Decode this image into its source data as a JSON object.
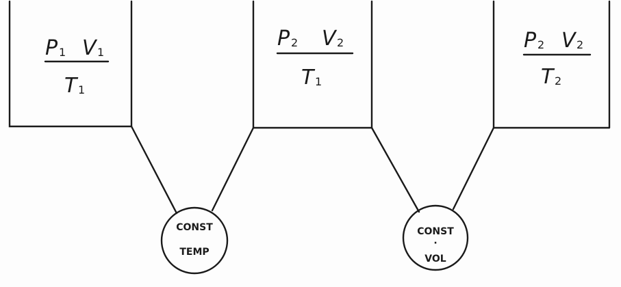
{
  "states": [
    {
      "p": "P",
      "p_sub": "1",
      "v": "V",
      "v_sub": "1",
      "t": "T",
      "t_sub": "1"
    },
    {
      "p": "P",
      "p_sub": "2",
      "v": "V",
      "v_sub": "2",
      "t": "T",
      "t_sub": "1"
    },
    {
      "p": "P",
      "p_sub": "2",
      "v": "V",
      "v_sub": "2",
      "t": "T",
      "t_sub": "2"
    }
  ],
  "processes": [
    {
      "line1": "CONST",
      "line2": "TEMP"
    },
    {
      "line1": "CONST",
      "dot": "·",
      "line2": "VOL"
    }
  ]
}
